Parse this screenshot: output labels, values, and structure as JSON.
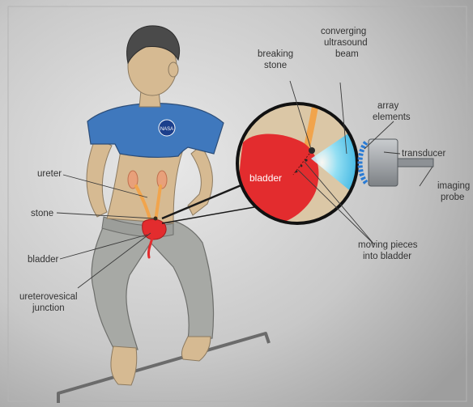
{
  "labels": {
    "ureter": "ureter",
    "stone": "stone",
    "bladder": "bladder",
    "ureterovesical": [
      "ureterovesical",
      "junction"
    ],
    "breaking_stone": [
      "breaking",
      "stone"
    ],
    "converging_beam": [
      "converging",
      "ultrasound",
      "beam"
    ],
    "array_elements": [
      "array",
      "elements"
    ],
    "transducer": "transducer",
    "imaging_probe": [
      "imaging",
      "probe"
    ],
    "bladder_inset": "bladder",
    "moving_pieces": [
      "moving pieces",
      "into bladder"
    ]
  },
  "logo": {
    "text": "NASA"
  },
  "colors": {
    "shirt": "#3f78bd",
    "skin": "#d6ba92",
    "hair": "#4a4a4a",
    "pants": "#a7a9a5",
    "bladder": "#e32c2e",
    "ultrasound": "#3cc3ec",
    "urine": "#f1a44c",
    "transducer": "#9fa3a6"
  }
}
